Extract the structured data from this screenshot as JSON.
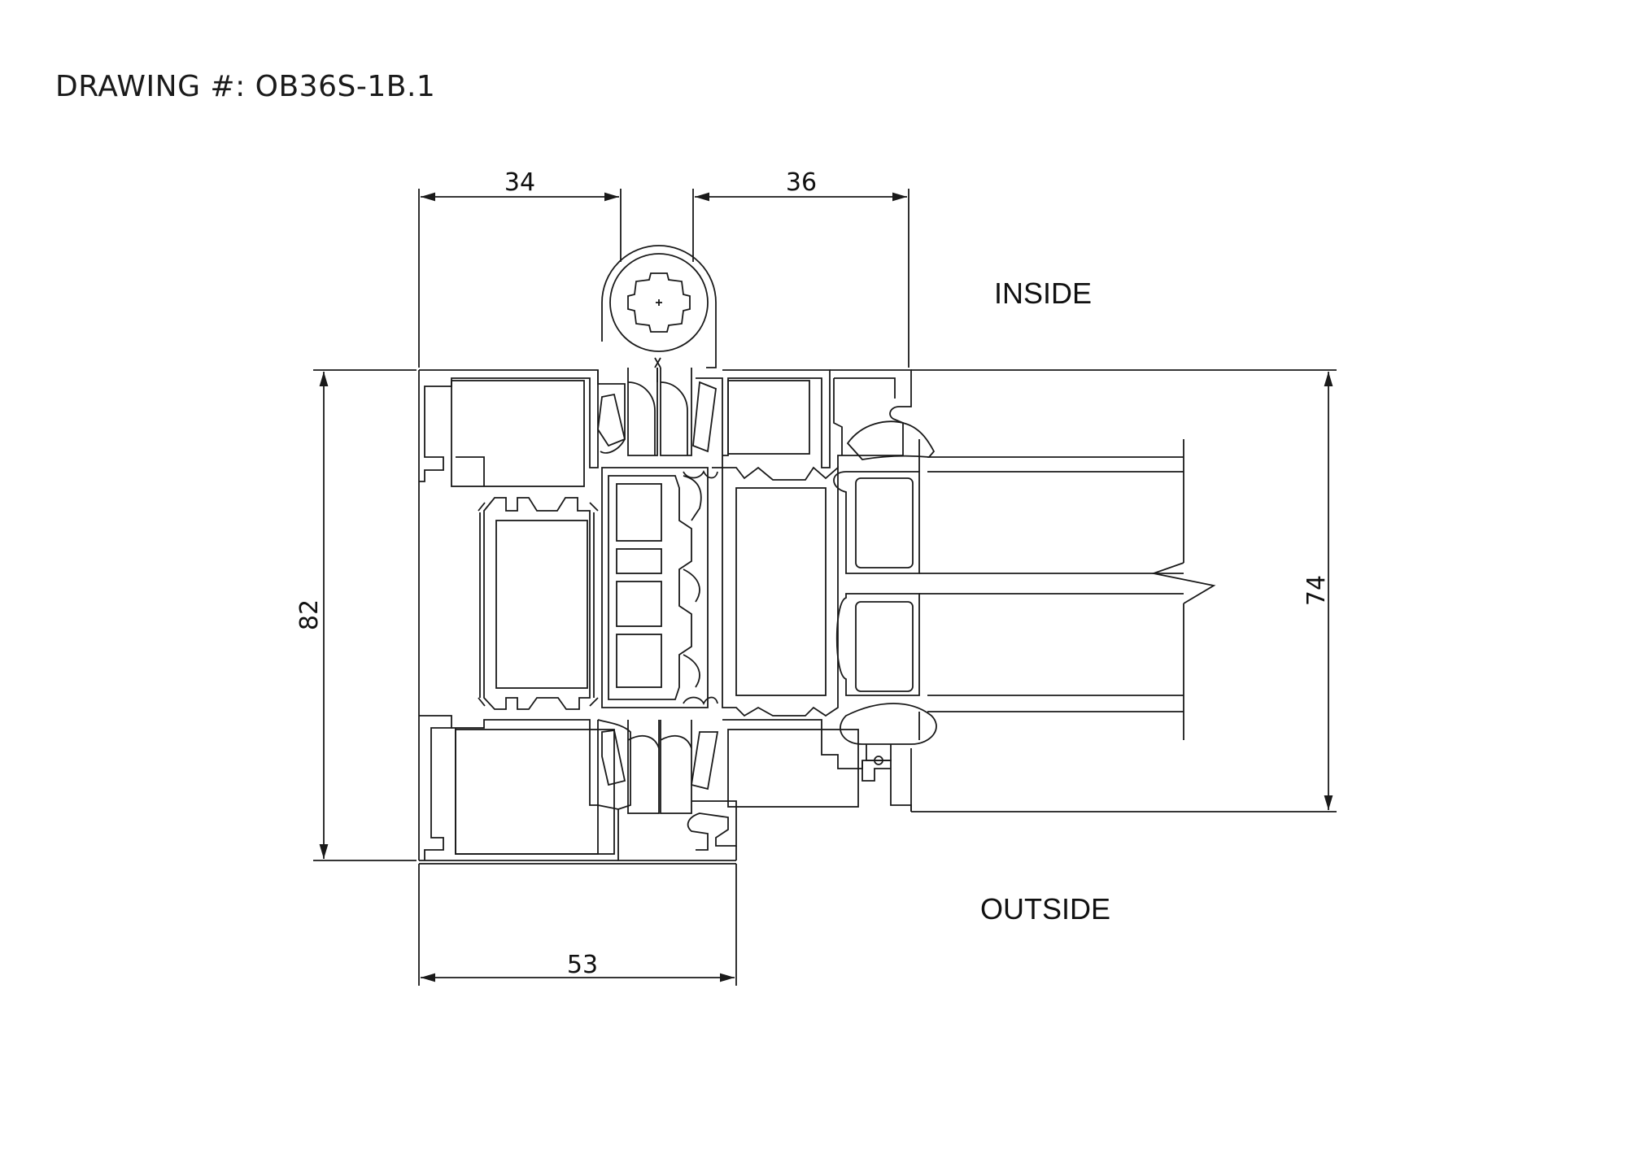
{
  "drawing": {
    "number_label": "DRAWING #: OB36S-1B.1",
    "inside_label": "INSIDE",
    "outside_label": "OUTSIDE"
  },
  "dimensions": {
    "top_left": "34",
    "top_right": "36",
    "left_height": "82",
    "right_height": "74",
    "bottom_width": "53"
  },
  "colors": {
    "line": "#1a1a1a",
    "background": "#ffffff"
  }
}
